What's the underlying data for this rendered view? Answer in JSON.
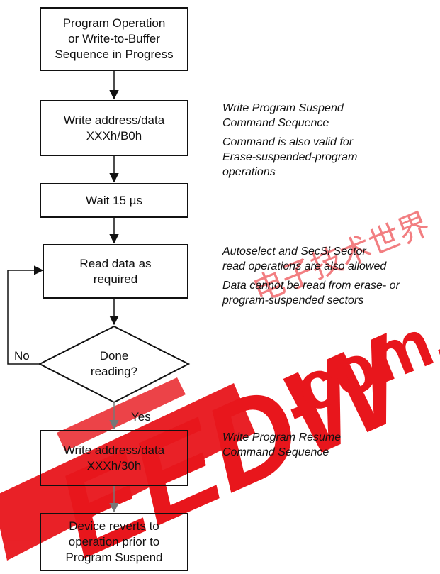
{
  "watermark": {
    "brand": "EEDW",
    "domain": ".com.cn",
    "chinese": "电子技术世界",
    "red": "#e8161c"
  },
  "flowchart": {
    "start": [
      "Program Operation",
      "or Write-to-Buffer",
      "Sequence in Progress"
    ],
    "suspend_write": [
      "Write address/data",
      "XXXh/B0h"
    ],
    "wait": "Wait 15 µs",
    "read": [
      "Read data as",
      "required"
    ],
    "decision": [
      "Done",
      "reading?"
    ],
    "no_label": "No",
    "yes_label": "Yes",
    "resume_write": [
      "Write address/data",
      "XXXh/30h"
    ],
    "end": [
      "Device reverts to",
      "operation prior to",
      "Program Suspend"
    ]
  },
  "notes": {
    "suspend": {
      "title": [
        "Write Program Suspend",
        "Command Sequence"
      ],
      "detail": [
        "Command is also valid for",
        "Erase-suspended-program",
        "operations"
      ]
    },
    "read": {
      "line1": [
        "Autoselect and SecSi Sector",
        "read operations are also allowed"
      ],
      "line2": [
        "Data cannot be read from erase- or",
        "program-suspended sectors"
      ]
    },
    "resume": {
      "title": [
        "Write Program Resume",
        "Command Sequence"
      ]
    }
  }
}
